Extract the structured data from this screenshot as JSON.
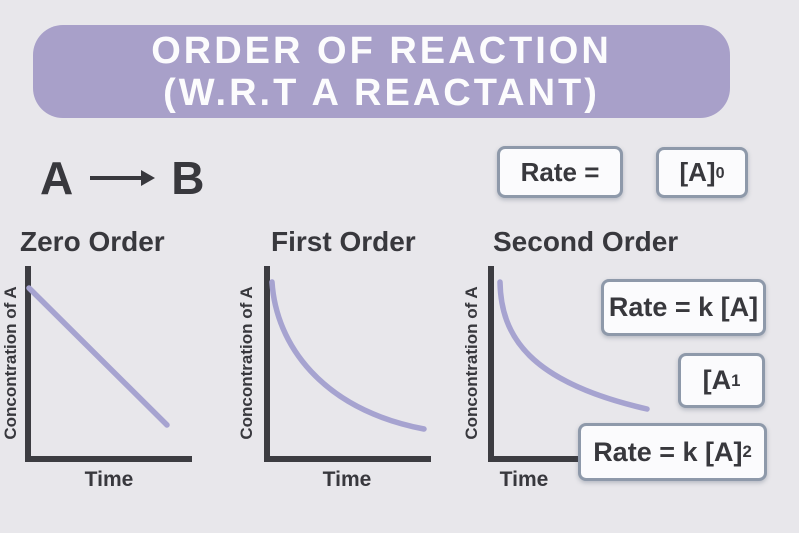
{
  "colors": {
    "background": "#e8e7eb",
    "banner": "#a8a0c9",
    "banner_text": "#fcfcfd",
    "text": "#38383d",
    "axis": "#3c3c41",
    "curve": "#a6a3d0",
    "box_border": "#8e99aa",
    "box_bg": "#fbfbfd"
  },
  "banner": {
    "line1": "ORDER OF REACTION",
    "line2": "(W.R.T A REACTANT)"
  },
  "equation": {
    "reactant": "A",
    "product": "B",
    "arrow_icon": "long-right-arrow"
  },
  "top_boxes": {
    "rate_box": {
      "label": "Rate ="
    },
    "exponent_box": {
      "base": "[A]",
      "sup": "0"
    }
  },
  "graphs": [
    {
      "title": "Zero Order",
      "ylabel": "Concontration of A",
      "xlabel": "Time",
      "curve_shape": "linear-decline",
      "axes_numeric_labels": "none"
    },
    {
      "title": "First Order",
      "ylabel": "Concontration of A",
      "xlabel": "Time",
      "curve_shape": "exponential-decay",
      "axes_numeric_labels": "none"
    },
    {
      "title": "Second Order",
      "ylabel": "Concontration of A",
      "xlabel": "Time",
      "curve_shape": "steep-hyperbolic-decay",
      "axes_numeric_labels": "none"
    }
  ],
  "side_boxes": {
    "first_order_rate": {
      "text": "Rate = k [A]"
    },
    "order_one": {
      "base": "[A",
      "sup": "1"
    },
    "second_order_rate": {
      "base": "Rate = k [A]",
      "sup": "2"
    }
  }
}
